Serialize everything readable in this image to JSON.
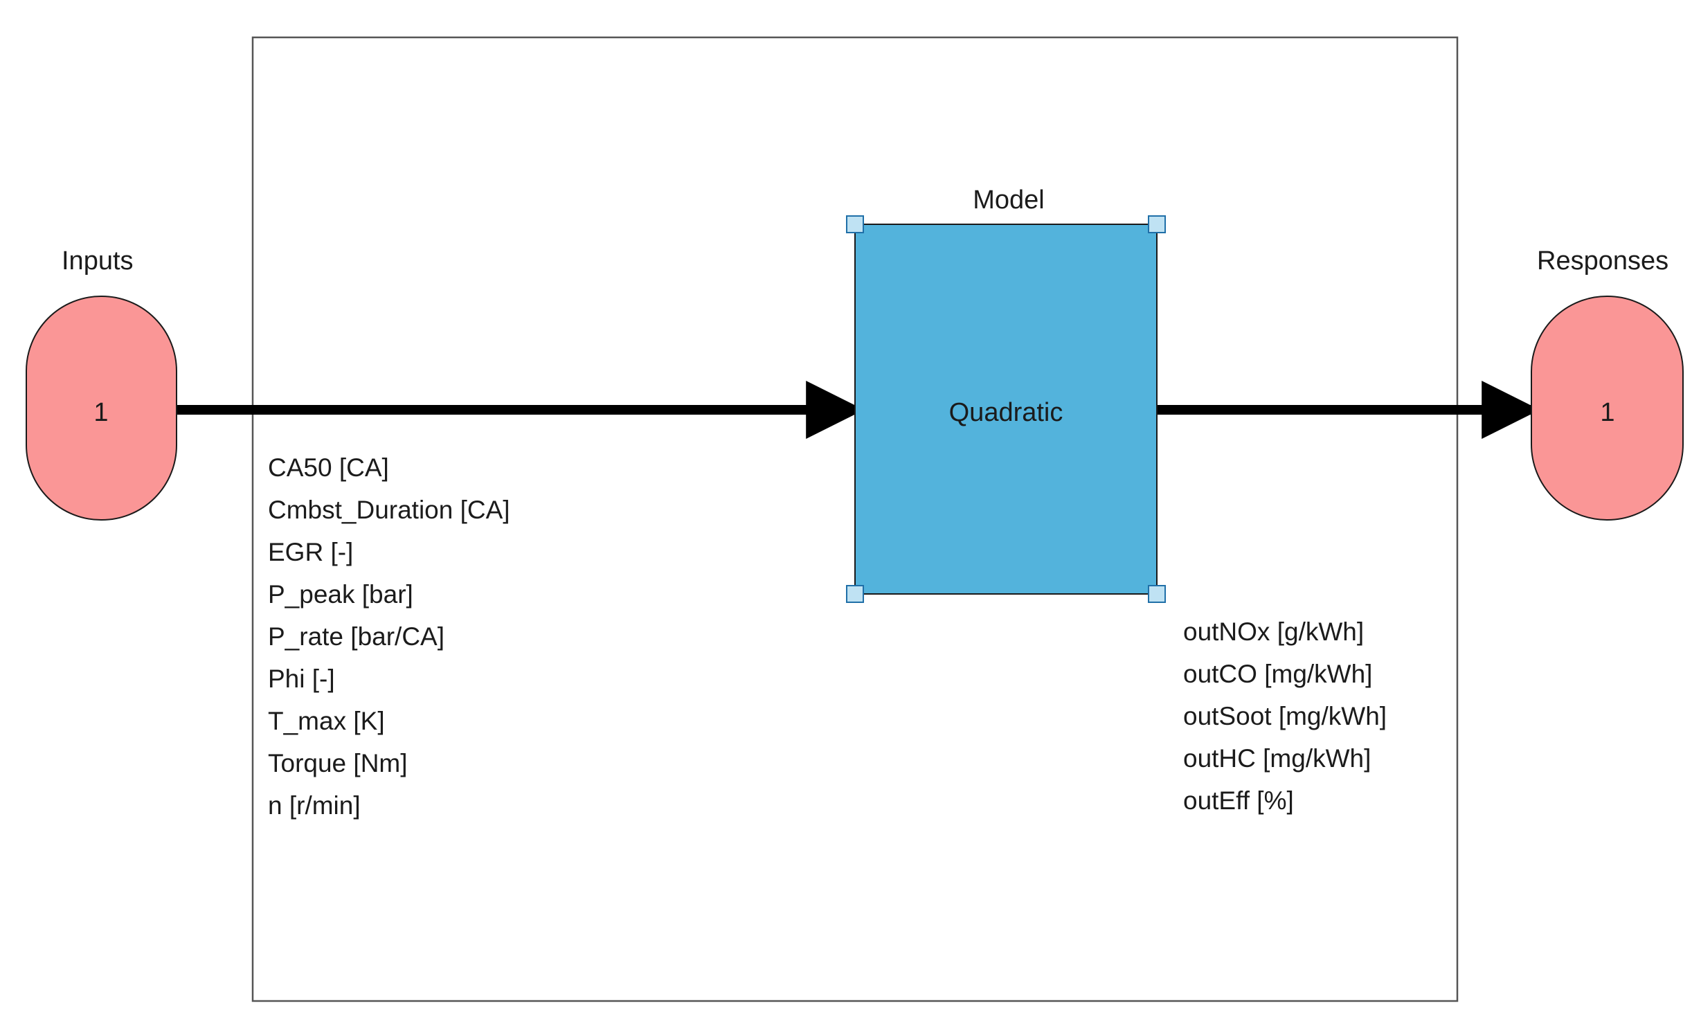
{
  "inputs": {
    "title": "Inputs",
    "number": "1",
    "variables": [
      "CA50 [CA]",
      "Cmbst_Duration [CA]",
      "EGR [-]",
      "P_peak [bar]",
      "P_rate [bar/CA]",
      "Phi [-]",
      "T_max [K]",
      "Torque [Nm]",
      "n [r/min]"
    ]
  },
  "model": {
    "title": "Model",
    "name": "Quadratic"
  },
  "responses": {
    "title": "Responses",
    "number": "1",
    "variables": [
      "outNOx [g/kWh]",
      "outCO [mg/kWh]",
      "outSoot [mg/kWh]",
      "outHC [mg/kWh]",
      "outEff [%]"
    ]
  },
  "colors": {
    "port_fill": "#fa9696",
    "model_fill": "#53b3dc",
    "handle_fill": "#bfe2f3",
    "handle_stroke": "#1f6fa8",
    "frame_stroke": "#555555",
    "connector": "#000000"
  }
}
